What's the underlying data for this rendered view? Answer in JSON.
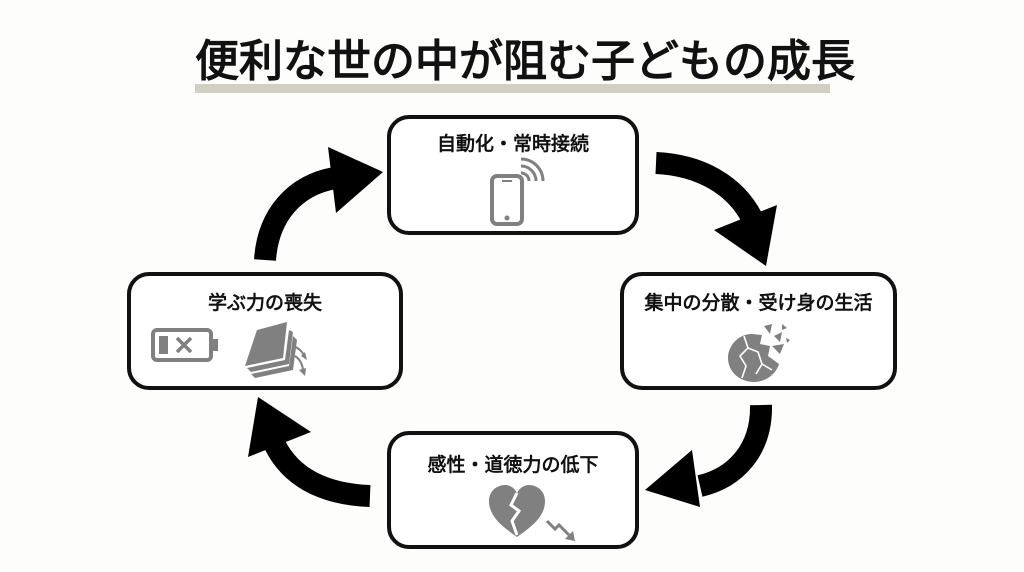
{
  "title": "便利な世の中が阻む子どもの成長",
  "colors": {
    "accent_bar": "#d1cfc2",
    "outline": "#111111",
    "icon_gray": "#808080",
    "background": "#fdfdfb"
  },
  "cycle": {
    "direction": "clockwise",
    "nodes": [
      {
        "id": "top",
        "label": "自動化・常時接続",
        "icons": [
          "smartphone-wifi-icon"
        ]
      },
      {
        "id": "right",
        "label": "集中の分散・受け身の生活",
        "icons": [
          "shattered-sphere-icon"
        ]
      },
      {
        "id": "bottom",
        "label": "感性・道徳力の低下",
        "icons": [
          "broken-heart-icon",
          "downtrend-arrow-icon"
        ]
      },
      {
        "id": "left",
        "label": "学ぶ力の喪失",
        "icons": [
          "empty-battery-icon",
          "falling-book-icon"
        ]
      }
    ],
    "arrows": [
      {
        "from": "top",
        "to": "right"
      },
      {
        "from": "right",
        "to": "bottom"
      },
      {
        "from": "bottom",
        "to": "left"
      },
      {
        "from": "left",
        "to": "top"
      }
    ]
  }
}
